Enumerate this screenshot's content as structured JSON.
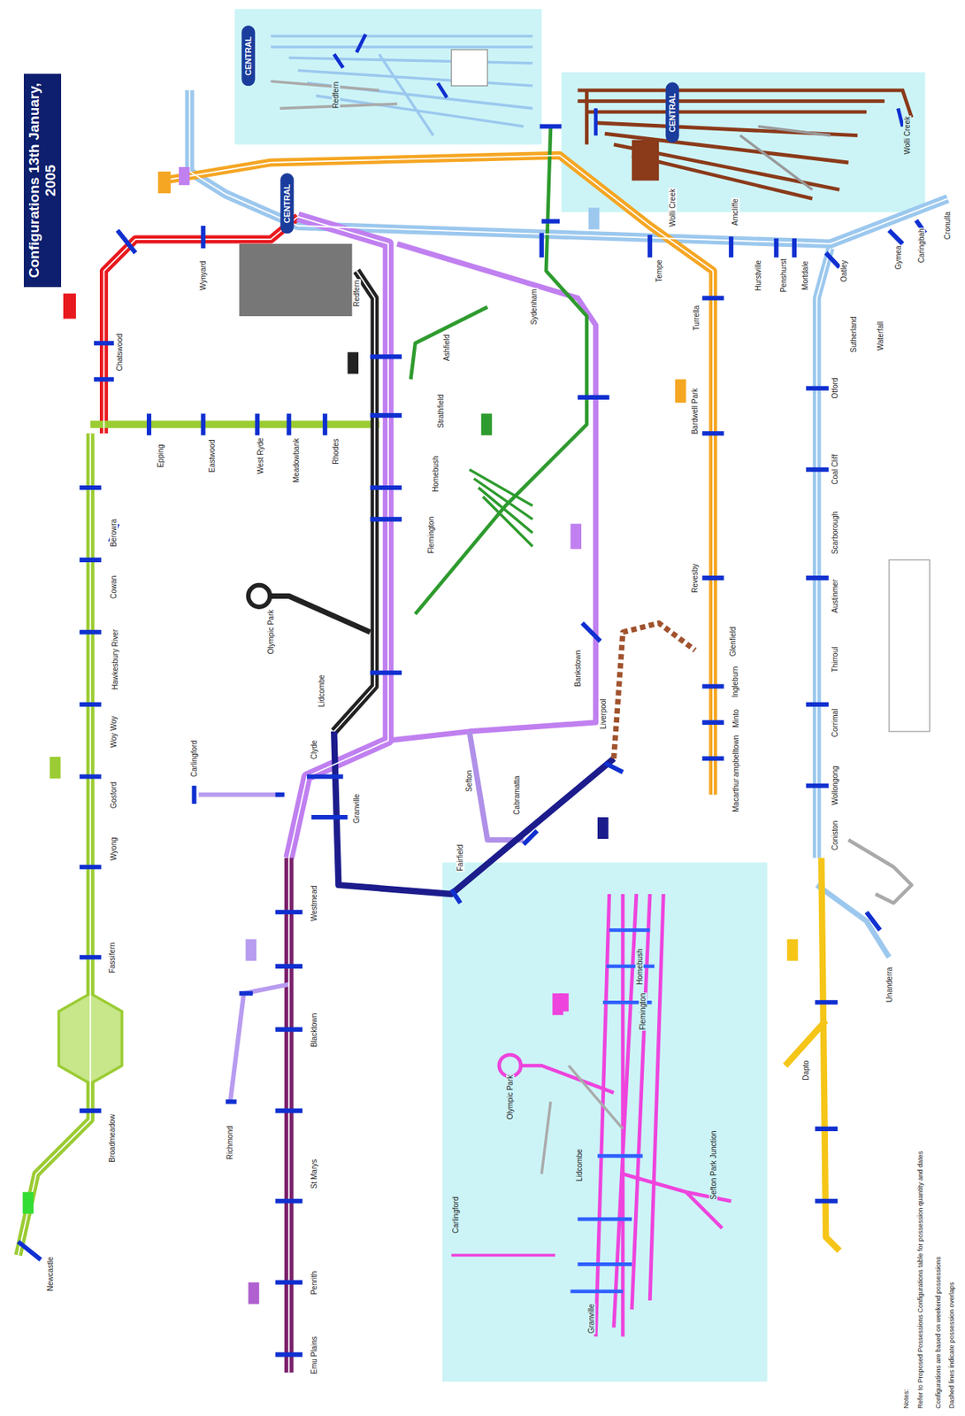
{
  "diagram": {
    "title": "Configurations 13th January, 2005",
    "nodes": [
      {
        "text": [
          "CENTRAL"
        ]
      },
      {
        "text": [
          "CENTRAL"
        ]
      },
      {
        "text": [
          "CENTRAL"
        ]
      }
    ],
    "labels": [
      "Wynyard",
      "Chatswood",
      "Redfern",
      "Sydenham",
      "Tempe",
      "Turrella",
      "Wolli Creek",
      "Arncliffe",
      "Hurstville",
      "Penshurst",
      "Mortdale",
      "Oatley",
      "Sutherland",
      "Gymea",
      "Caringbah",
      "Cronulla",
      "Waterfall",
      "Otford",
      "Coal Cliff",
      "Scarborough",
      "Austinmer",
      "Thirroul",
      "Corrimal",
      "Wollongong",
      "Coniston",
      "Unanderra",
      "Dapto",
      "Bardwell Park",
      "Revesby",
      "Glenfield",
      "Ingleburn",
      "Minto",
      "Campbelltown",
      "Macarthur",
      "Ashfield",
      "Strathfield",
      "Homebush",
      "Flemington",
      "Lidcombe",
      "Olympic Park",
      "Bankstown",
      "Sefton",
      "Cabramatta",
      "Liverpool",
      "Fairfield",
      "Granville",
      "Clyde",
      "Carlingford",
      "Richmond",
      "Epping",
      "Eastwood",
      "West Ryde",
      "Meadowbank",
      "Rhodes",
      "Berowra",
      "Cowan",
      "Hawkesbury River",
      "Woy Woy",
      "Gosford",
      "Wyong",
      "Fassifern",
      "Broadmeadow",
      "Newcastle",
      "Westmead",
      "Blacktown",
      "St Marys",
      "Penrith",
      "Emu Plains",
      "Redfern",
      "Wolli Creek",
      "Homebush",
      "Flemington",
      "Olympic Park",
      "Lidcombe",
      "Sefton Park Junction",
      "Carlingford",
      "Granville",
      "Notes:",
      "Refer to Proposed Possessions Configurations table for possession quantity and dates",
      "Configurations are based on weekend possessions",
      "Dashed lines indicate possession overlaps"
    ]
  }
}
